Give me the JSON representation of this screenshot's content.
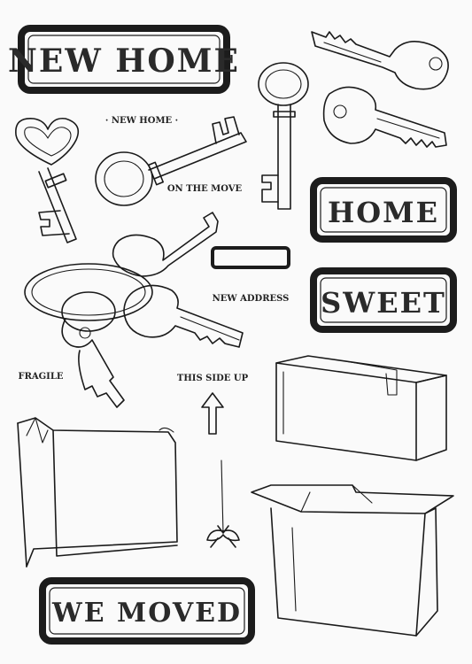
{
  "stamps": {
    "new_home_big": "NEW HOME",
    "new_home_small": "· NEW HOME ·",
    "on_the_move": "ON THE MOVE",
    "home": "HOME",
    "sweet": "SWEET",
    "new_address": "NEW ADDRESS",
    "fragile": "FRAGILE",
    "this_side_up": "THIS SIDE UP",
    "we_moved": "WE MOVED"
  },
  "icons": [
    "key-icon",
    "key-ring-icon",
    "box-icon",
    "open-box-icon",
    "bag-icon",
    "arrow-up-icon",
    "arrow-down-icon"
  ],
  "colors": {
    "ink": "#1c1c1c",
    "paper": "#fafafa"
  }
}
